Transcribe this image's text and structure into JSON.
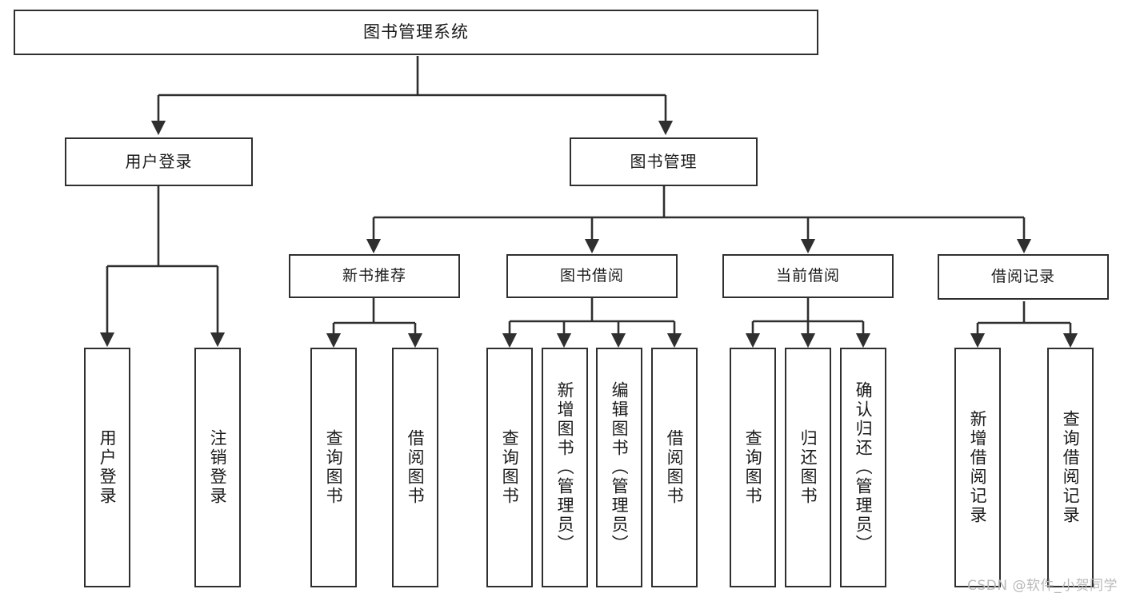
{
  "diagram": {
    "title": "图书管理系统",
    "type": "function-structure-tree",
    "colors": {
      "stroke": "#2f2f2f",
      "fill": "#ffffff",
      "text": "#1a1a1a",
      "watermark": "#b9b9b9"
    },
    "root": {
      "label": "图书管理系统"
    },
    "level1": [
      {
        "label": "用户登录"
      },
      {
        "label": "图书管理"
      }
    ],
    "level2": [
      {
        "label": "新书推荐"
      },
      {
        "label": "图书借阅"
      },
      {
        "label": "当前借阅"
      },
      {
        "label": "借阅记录"
      }
    ],
    "leaves": {
      "user_login": [
        {
          "label": "用户登录"
        },
        {
          "label": "注销登录"
        }
      ],
      "new_book_recommend": [
        {
          "label": "查询图书"
        },
        {
          "label": "借阅图书"
        }
      ],
      "book_borrow": [
        {
          "label": "查询图书"
        },
        {
          "label": "新增图书（管理员）"
        },
        {
          "label": "编辑图书（管理员）"
        },
        {
          "label": "借阅图书"
        }
      ],
      "current_borrow": [
        {
          "label": "查询图书"
        },
        {
          "label": "归还图书"
        },
        {
          "label": "确认归还（管理员）"
        }
      ],
      "borrow_record": [
        {
          "label": "新增借阅记录"
        },
        {
          "label": "查询借阅记录"
        }
      ]
    }
  },
  "watermark": {
    "text": "CSDN @软件_小贺同学"
  }
}
